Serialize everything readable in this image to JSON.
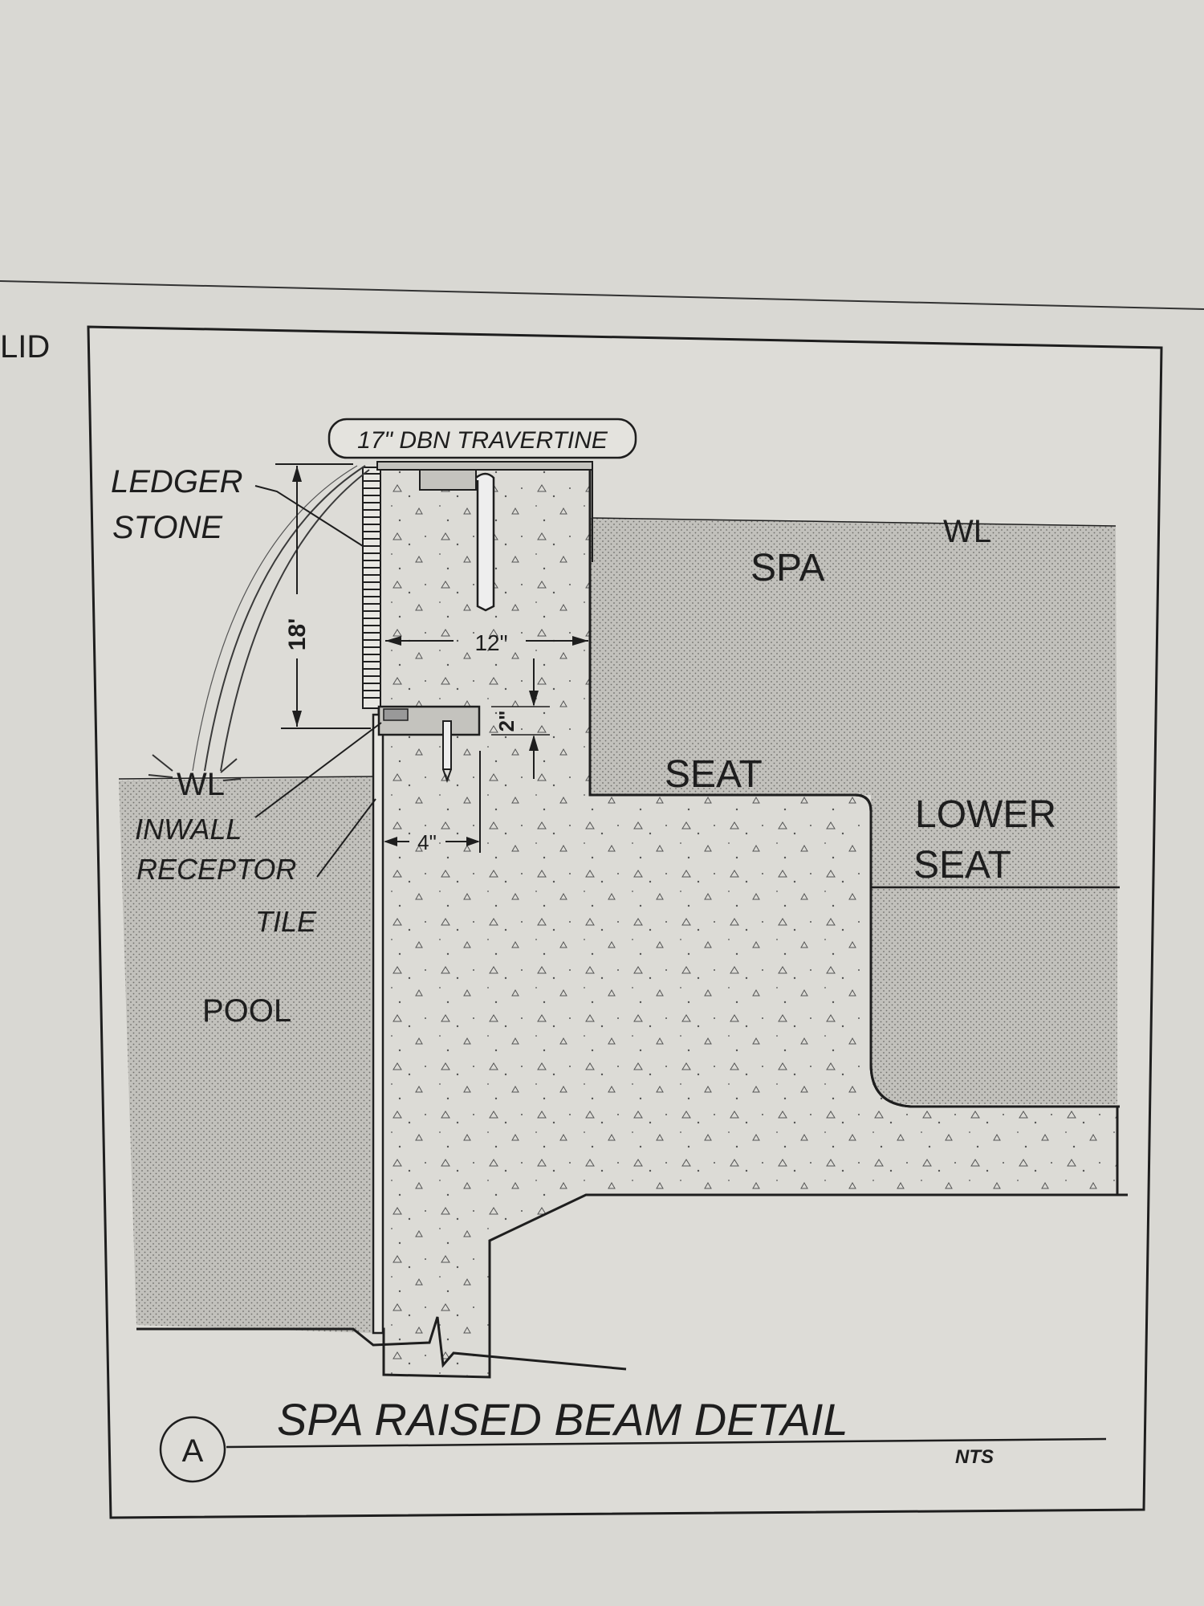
{
  "detail": {
    "title": "SPA RAISED BEAM DETAIL",
    "marker": "A",
    "scale_note": "NTS"
  },
  "edge_text": "LID",
  "labels": {
    "coping": "17\" DBN TRAVERTINE",
    "ledger_line1": "LEDGER",
    "ledger_line2": "STONE",
    "spa": "SPA",
    "spa_wl": "WL",
    "pool_wl": "WL",
    "seat": "SEAT",
    "lower_seat_line1": "LOWER",
    "lower_seat_line2": "SEAT",
    "inwall_line1": "INWALL",
    "inwall_line2": "RECEPTOR",
    "tile": "TILE",
    "pool": "POOL"
  },
  "dimensions": {
    "height": "18'",
    "beam_width": "12\"",
    "drop": "2\"",
    "offset": "4\""
  },
  "colors": {
    "paper": "#d9d8d3",
    "ink": "#1e1e1e",
    "water_fill": "#b9b8b3",
    "coping_fill": "#c4c3be"
  }
}
